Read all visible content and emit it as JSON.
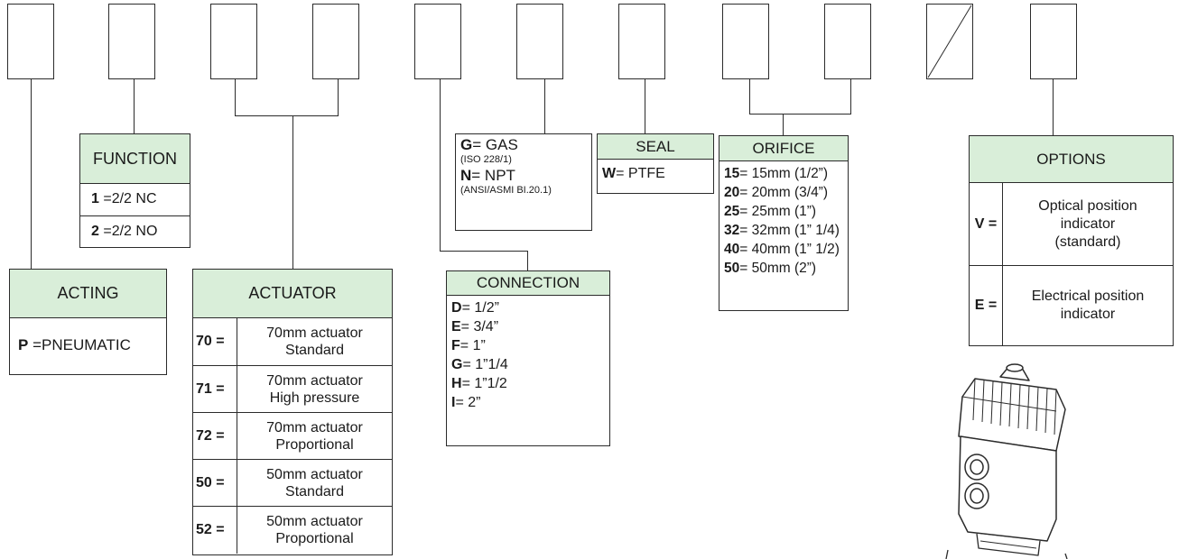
{
  "function": {
    "title": "FUNCTION",
    "items": [
      {
        "code": "1",
        "text": " =2/2 NC"
      },
      {
        "code": "2",
        "text": " =2/2 NO"
      }
    ]
  },
  "acting": {
    "title": "ACTING",
    "items": [
      {
        "code": "P",
        "text": " =PNEUMATIC"
      }
    ]
  },
  "actuator": {
    "title": "ACTUATOR",
    "items": [
      {
        "code": "70 =",
        "line1": "70mm actuator",
        "line2": "Standard"
      },
      {
        "code": "71 =",
        "line1": "70mm actuator",
        "line2": "High pressure"
      },
      {
        "code": "72 =",
        "line1": "70mm actuator",
        "line2": "Proportional"
      },
      {
        "code": "50 =",
        "line1": "50mm actuator",
        "line2": "Standard"
      },
      {
        "code": "52 =",
        "line1": "50mm actuator",
        "line2": "Proportional"
      }
    ]
  },
  "thread": {
    "items": [
      {
        "code": "G",
        "text": "= GAS",
        "note": "(ISO 228/1)"
      },
      {
        "code": "N",
        "text": "= NPT",
        "note": "(ANSI/ASMI BI.20.1)"
      }
    ]
  },
  "connection": {
    "title": "CONNECTION",
    "items": [
      {
        "code": "D",
        "text": "= 1/2”"
      },
      {
        "code": "E",
        "text": "= 3/4”"
      },
      {
        "code": "F",
        "text": "= 1”"
      },
      {
        "code": "G",
        "text": "= 1”1/4"
      },
      {
        "code": "H",
        "text": "= 1”1/2"
      },
      {
        "code": "I",
        "text": "= 2”"
      }
    ]
  },
  "seal": {
    "title": "SEAL",
    "items": [
      {
        "code": "W",
        "text": "= PTFE"
      }
    ]
  },
  "orifice": {
    "title": "ORIFICE",
    "items": [
      {
        "code": "15",
        "text": "= 15mm (1/2”)"
      },
      {
        "code": "20",
        "text": "= 20mm (3/4”)"
      },
      {
        "code": "25",
        "text": "= 25mm (1”)"
      },
      {
        "code": "32",
        "text": "= 32mm (1” 1/4)"
      },
      {
        "code": "40",
        "text": "= 40mm (1” 1/2)"
      },
      {
        "code": "50",
        "text": "= 50mm (2”)"
      }
    ]
  },
  "options": {
    "title": "OPTIONS",
    "items": [
      {
        "code": "V =",
        "line1": "Optical position",
        "line2": "indicator",
        "line3": "(standard)"
      },
      {
        "code": "E =",
        "line1": "Electrical position",
        "line2": "indicator",
        "line3": ""
      }
    ]
  }
}
